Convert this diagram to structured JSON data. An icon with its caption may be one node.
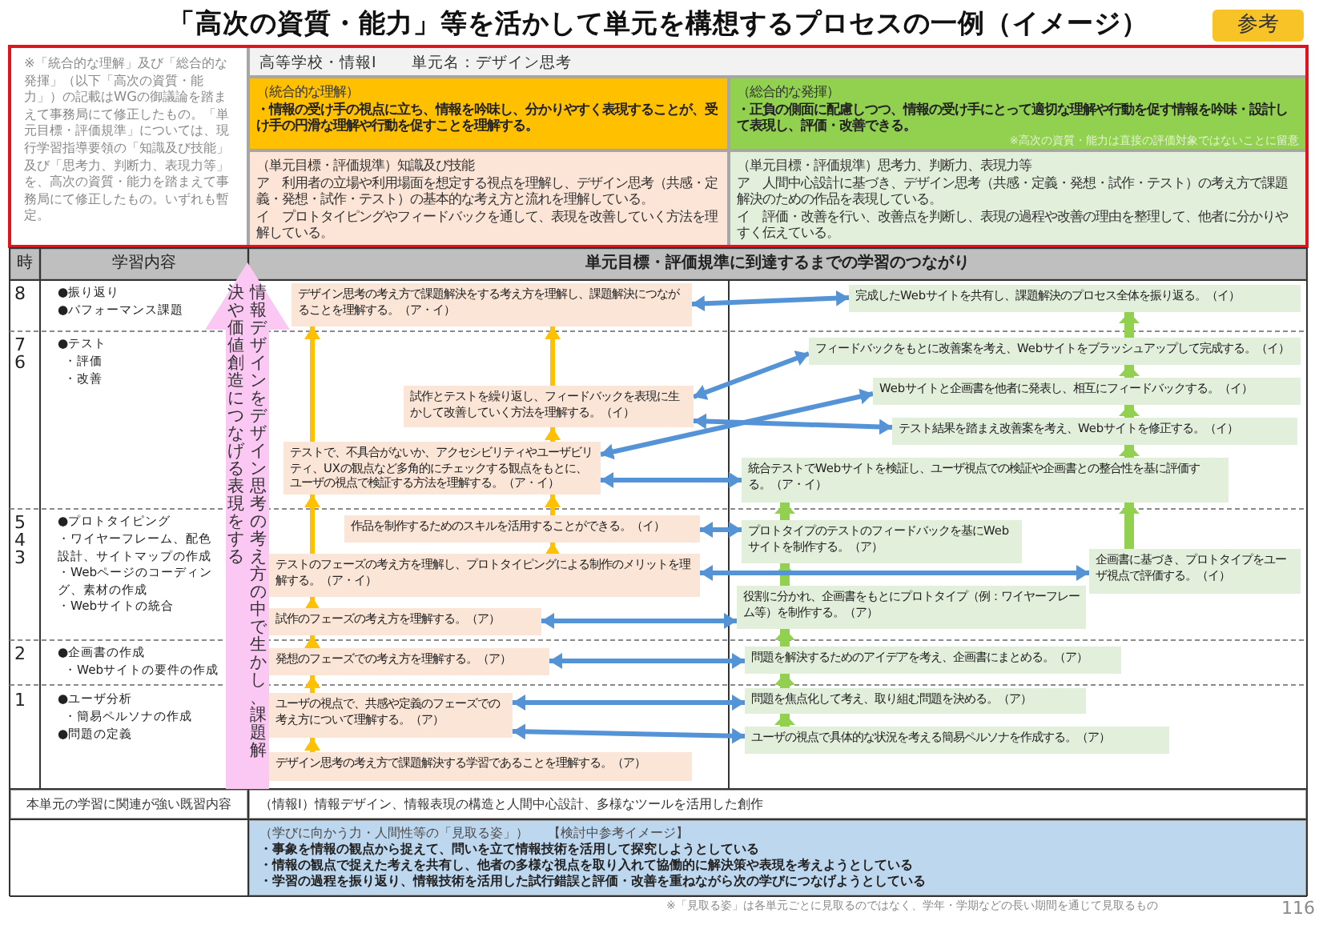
{
  "diagram": {
    "title": "「高次の資質・能力」等を活かして単元を構想するプロセスの一例（イメージ）",
    "nodes": [
      {
        "text": [
          "参考"
        ]
      },
      {
        "text": [
          "情報デザインをデザイン思考の考え方の中で生かし、課題解決や価値創造につなげる表現をする"
        ]
      },
      {
        "text": [
          "デザイン思考の考え方で課題解決をする考え方を理解し、課題解決につながることを理解する。（ア・イ）"
        ]
      },
      {
        "text": [
          "試作とテストを繰り返し、フィードバックを表現に生かして改善していく方法を理解する。（イ）"
        ]
      },
      {
        "text": [
          "テストで、不具合がないか、アクセシビリティやユーザビリティ、UXの観点など多角的にチェックする観点をもとに、ユーザの視点で検証する方法を理解する。（ア・イ）"
        ]
      },
      {
        "text": [
          "作品を制作するためのスキルを活用することができる。（イ）"
        ]
      },
      {
        "text": [
          "テストのフェーズの考え方を理解し、プロトタイピングによる制作のメリットを理解する。（ア・イ）"
        ]
      },
      {
        "text": [
          "試作のフェーズの考え方を理解する。（ア）"
        ]
      },
      {
        "text": [
          "発想のフェーズでの考え方を理解する。（ア）"
        ]
      },
      {
        "text": [
          "ユーザの視点で、共感や定義のフェーズでの考え方について理解する。（ア）"
        ]
      },
      {
        "text": [
          "デザイン思考の考え方で課題解決する学習であることを理解する。（ア）"
        ]
      },
      {
        "text": [
          "完成したWebサイトを共有し、課題解決のプロセス全体を振り返る。（イ）"
        ]
      },
      {
        "text": [
          "フィードバックをもとに改善案を考え、Webサイトをブラッシュアップして完成する。（イ）"
        ]
      },
      {
        "text": [
          "Webサイトと企画書を他者に発表し、相互にフィードバックする。（イ）"
        ]
      },
      {
        "text": [
          "テスト結果を踏まえ改善案を考え、Webサイトを修正する。（イ）"
        ]
      },
      {
        "text": [
          "統合テストでWebサイトを検証し、ユーザ視点での検証や企画書との整合性を基に評価する。（ア・イ）"
        ]
      },
      {
        "text": [
          "プロトタイプのテストのフィードバックを基にWebサイトを制作する。（ア）"
        ]
      },
      {
        "text": [
          "企画書に基づき、プロトタイプをユーザ視点で評価する。（イ）"
        ]
      },
      {
        "text": [
          "役割に分かれ、企画書をもとにプロトタイプ（例：ワイヤーフレーム等）を制作する。（ア）"
        ]
      },
      {
        "text": [
          "問題を解決するためのアイデアを考え、企画書にまとめる。（ア）"
        ]
      },
      {
        "text": [
          "問題を焦点化して考え、取り組む問題を決める。（ア）"
        ]
      },
      {
        "text": [
          "ユーザの視点で具体的な状況を考える簡易ペルソナを作成する。（ア）"
        ]
      }
    ],
    "edges": [
      {
        "from": 10,
        "to": 9,
        "arrow": "to",
        "color": "#ffc000"
      },
      {
        "from": 9,
        "to": 8,
        "arrow": "to",
        "color": "#ffc000"
      },
      {
        "from": 8,
        "to": 7,
        "arrow": "to",
        "color": "#ffc000"
      },
      {
        "from": 7,
        "to": 6,
        "arrow": "to",
        "color": "#ffc000"
      },
      {
        "from": 6,
        "to": 5,
        "arrow": "to",
        "color": "#ffc000"
      },
      {
        "from": 6,
        "to": 4,
        "arrow": "to",
        "color": "#ffc000"
      },
      {
        "from": 5,
        "to": 4,
        "arrow": "to",
        "color": "#ffc000"
      },
      {
        "from": 4,
        "to": 3,
        "arrow": "to",
        "color": "#ffc000"
      },
      {
        "from": 4,
        "to": 2,
        "arrow": "to",
        "color": "#ffc000"
      },
      {
        "from": 3,
        "to": 2,
        "arrow": "to",
        "color": "#ffc000"
      },
      {
        "from": 21,
        "to": 20,
        "arrow": "to",
        "style": "thick",
        "color": "#92d050"
      },
      {
        "from": 20,
        "to": 19,
        "arrow": "to",
        "style": "thick",
        "color": "#92d050"
      },
      {
        "from": 19,
        "to": 18,
        "arrow": "to",
        "style": "thick",
        "color": "#92d050"
      },
      {
        "from": 18,
        "to": 16,
        "arrow": "to",
        "style": "thick",
        "color": "#92d050"
      },
      {
        "from": 17,
        "to": 15,
        "arrow": "to",
        "style": "thick",
        "color": "#92d050"
      },
      {
        "from": 16,
        "to": 15,
        "arrow": "to",
        "style": "thick",
        "color": "#92d050"
      },
      {
        "from": 15,
        "to": 14,
        "arrow": "to",
        "style": "thick",
        "color": "#92d050"
      },
      {
        "from": 14,
        "to": 13,
        "arrow": "to",
        "style": "thick",
        "color": "#92d050"
      },
      {
        "from": 13,
        "to": 12,
        "arrow": "to",
        "style": "thick",
        "color": "#92d050"
      },
      {
        "from": 12,
        "to": 11,
        "arrow": "to",
        "style": "thick",
        "color": "#92d050"
      },
      {
        "from": 2,
        "to": 11,
        "arrow": "both"
      },
      {
        "from": 3,
        "to": 12,
        "arrow": "both"
      },
      {
        "from": 3,
        "to": 14,
        "arrow": "both"
      },
      {
        "from": 4,
        "to": 13,
        "arrow": "both"
      },
      {
        "from": 4,
        "to": 15,
        "arrow": "both"
      },
      {
        "from": 5,
        "to": 16,
        "arrow": "both"
      },
      {
        "from": 6,
        "to": 17,
        "arrow": "both"
      },
      {
        "from": 7,
        "to": 18,
        "arrow": "both"
      },
      {
        "from": 8,
        "to": 19,
        "arrow": "both"
      },
      {
        "from": 9,
        "to": 20,
        "arrow": "both"
      },
      {
        "from": 9,
        "to": 21,
        "arrow": "both"
      }
    ],
    "labels": [
      "※「統合的な理解」及び「総合的な発揮」（以下「高次の資質・能力」）の記載はWGの御議論を踏まえて事務局にて修正したもの。「単元目標・評価規準」については、現行学習指導要領の「知識及び技能」及び「思考力、判断力、表現力等」を、高次の資質・能力を踏まえて事務局にて修正したもの。いずれも暫定。",
      "高等学校・情報Ⅰ",
      "単元名：デザイン思考",
      "（統合的な理解）",
      "・情報の受け手の視点に立ち、情報を吟味し、分かりやすく表現することが、受け手の円滑な理解や行動を促すことを理解する。",
      "（総合的な発揮）",
      "・正負の側面に配慮しつつ、情報の受け手にとって適切な理解や行動を促す情報を吟味・設計して表現し、評価・改善できる。",
      "※高次の資質・能力は直接の評価対象ではないことに留意",
      "（単元目標・評価規準）知識及び技能",
      "ア　利用者の立場や利用場面を想定する視点を理解し、デザイン思考（共感・定義・発想・試作・テスト）の基本的な考え方と流れを理解している。",
      "イ　プロトタイピングやフィードバックを通して、表現を改善していく方法を理解している。",
      "（単元目標・評価規準）思考力、判断力、表現力等",
      "ア　人間中心設計に基づき、デザイン思考（共感・定義・発想・試作・テスト）の考え方で課題解決のための作品を表現している。",
      "イ　評価・改善を行い、改善点を判断し、表現の過程や改善の理由を整理して、他者に分かりやすく伝えている。",
      "時",
      "学習内容",
      "単元目標・評価規準に到達するまでの学習のつながり",
      "8",
      "●振り返り",
      "●パフォーマンス課題",
      "7",
      "6",
      "●テスト",
      "・評価",
      "・改善",
      "5",
      "4",
      "3",
      "●プロトタイピング",
      "・ワイヤーフレーム、配色設計、サイトマップの作成",
      "・Webページのコーディング、素材の作成",
      "・Webサイトの統合",
      "2",
      "●企画書の作成",
      "・Webサイトの要件の作成",
      "1",
      "●ユーザ分析",
      "・簡易ペルソナの作成",
      "●問題の定義",
      "本単元の学習に関連が強い既習内容",
      "（情報Ⅰ）情報デザイン、情報表現の構造と人間中心設計、多様なツールを活用した創作",
      "（学びに向かう力・人間性等の「見取る姿」）",
      "【検討中参考イメージ】",
      "・事象を情報の観点から捉えて、問いを立て情報技術を活用して探究しようとしている",
      "・情報の観点で捉えた考えを共有し、他者の多様な視点を取り入れて協働的に解決策や表現を考えようとしている",
      "・学習の過程を振り返り、情報技術を活用した試行錯誤と評価・改善を重ねながら次の学びにつなげようとしている",
      "※「見取る姿」は各単元ごとに見取るのではなく、学年・学期などの長い期間を通じて見取るもの",
      "116"
    ]
  }
}
